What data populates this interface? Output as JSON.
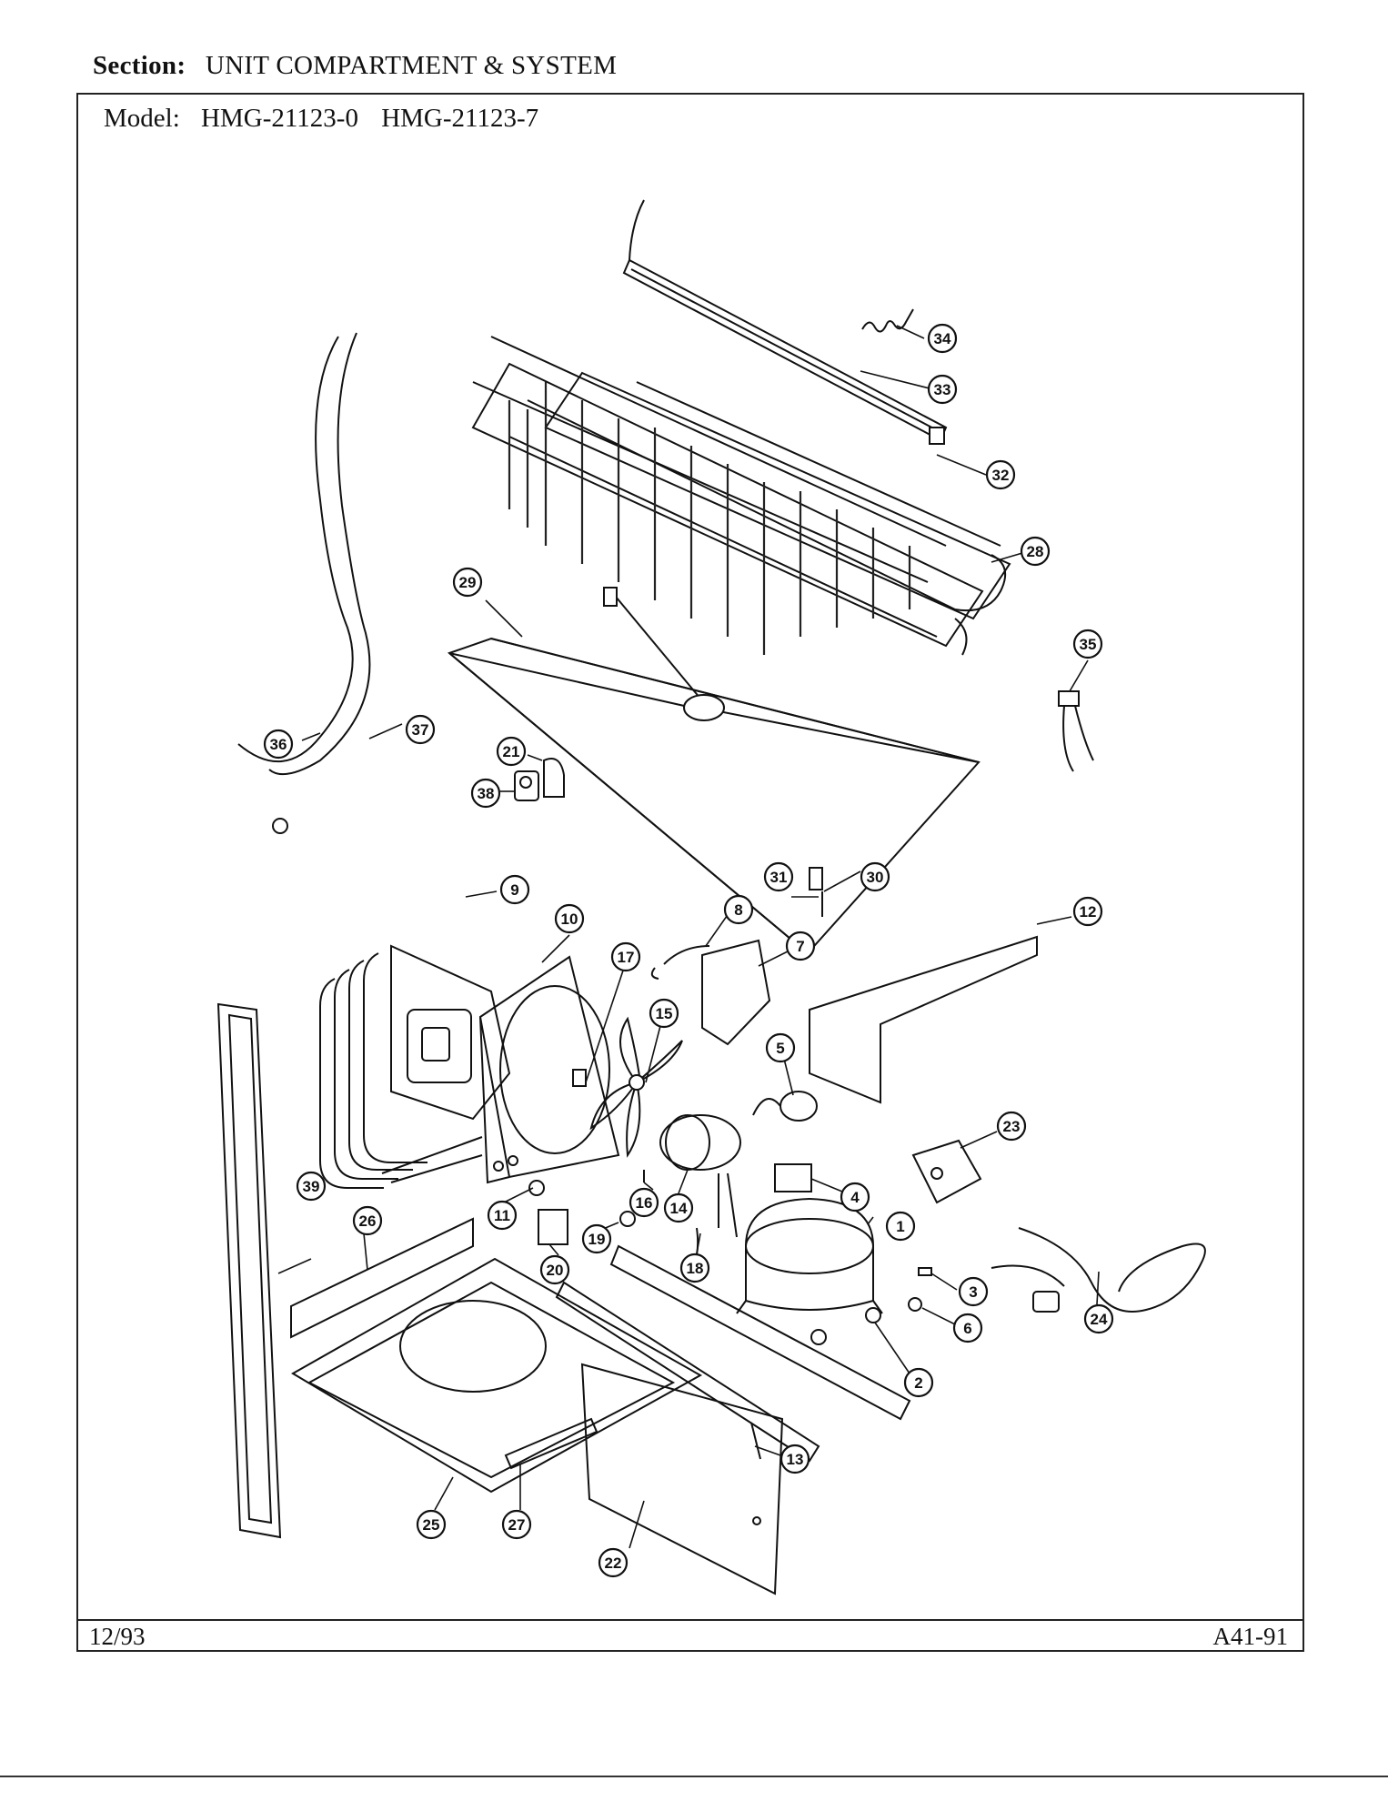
{
  "header": {
    "section_label": "Section:",
    "section_title": "UNIT COMPARTMENT & SYSTEM"
  },
  "model": {
    "label": "Model:",
    "numbers": [
      "HMG-21123-0",
      "HMG-21123-7"
    ]
  },
  "footer": {
    "date": "12/93",
    "code": "A41-91"
  },
  "callouts": [
    "1",
    "2",
    "3",
    "4",
    "5",
    "6",
    "7",
    "8",
    "9",
    "10",
    "11",
    "12",
    "13",
    "14",
    "15",
    "16",
    "17",
    "18",
    "19",
    "20",
    "21",
    "22",
    "23",
    "24",
    "25",
    "26",
    "27",
    "28",
    "29",
    "30",
    "31",
    "32",
    "33",
    "34",
    "35",
    "36",
    "37",
    "38",
    "39"
  ]
}
